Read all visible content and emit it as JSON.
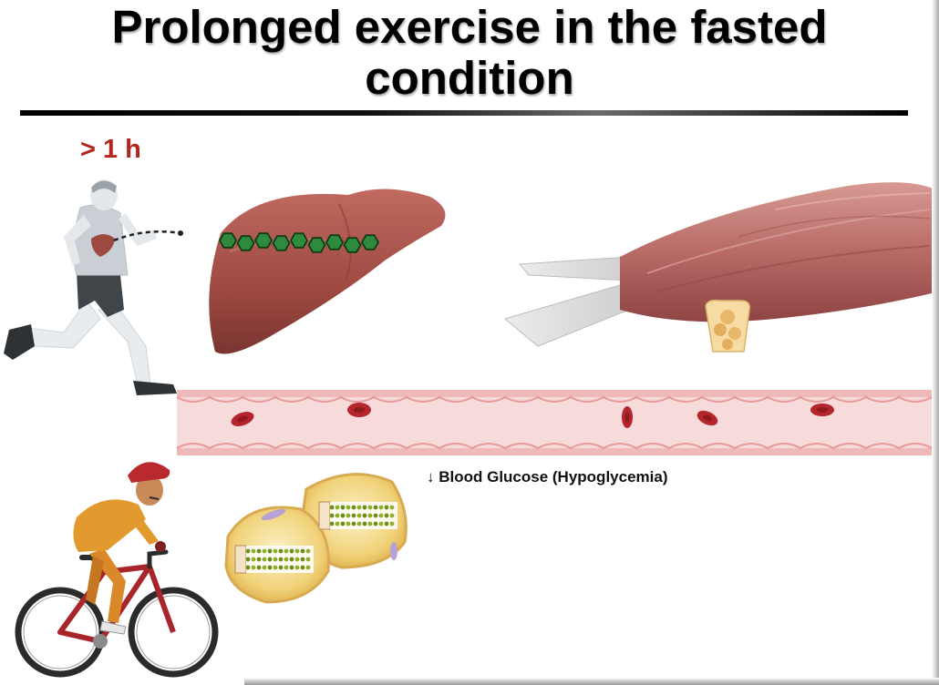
{
  "slide": {
    "title_lines": [
      "Prolonged exercise in the fasted",
      "condition"
    ],
    "duration_label": "> 1 h",
    "blood_glucose_label": "↓ Blood Glucose (Hypoglycemia)"
  },
  "illustrations": {
    "runner": "runner-icon",
    "cyclist": "cyclist-icon",
    "liver": "liver-icon",
    "skeletal_muscle": "skeletal-muscle-icon",
    "blood_vessel": "blood-vessel-icon",
    "adipocytes": "adipocyte-icon"
  },
  "glycogen_chain_length": 9,
  "colors": {
    "title": "#000000",
    "duration": "#b3261e",
    "glycogen": "#2e8b3d",
    "liver": "#9e4a41",
    "muscle": "#b86a66",
    "vessel": "#f6d6d6",
    "red_blood_cell": "#b5252c",
    "adipocyte": "#f1d27a"
  }
}
